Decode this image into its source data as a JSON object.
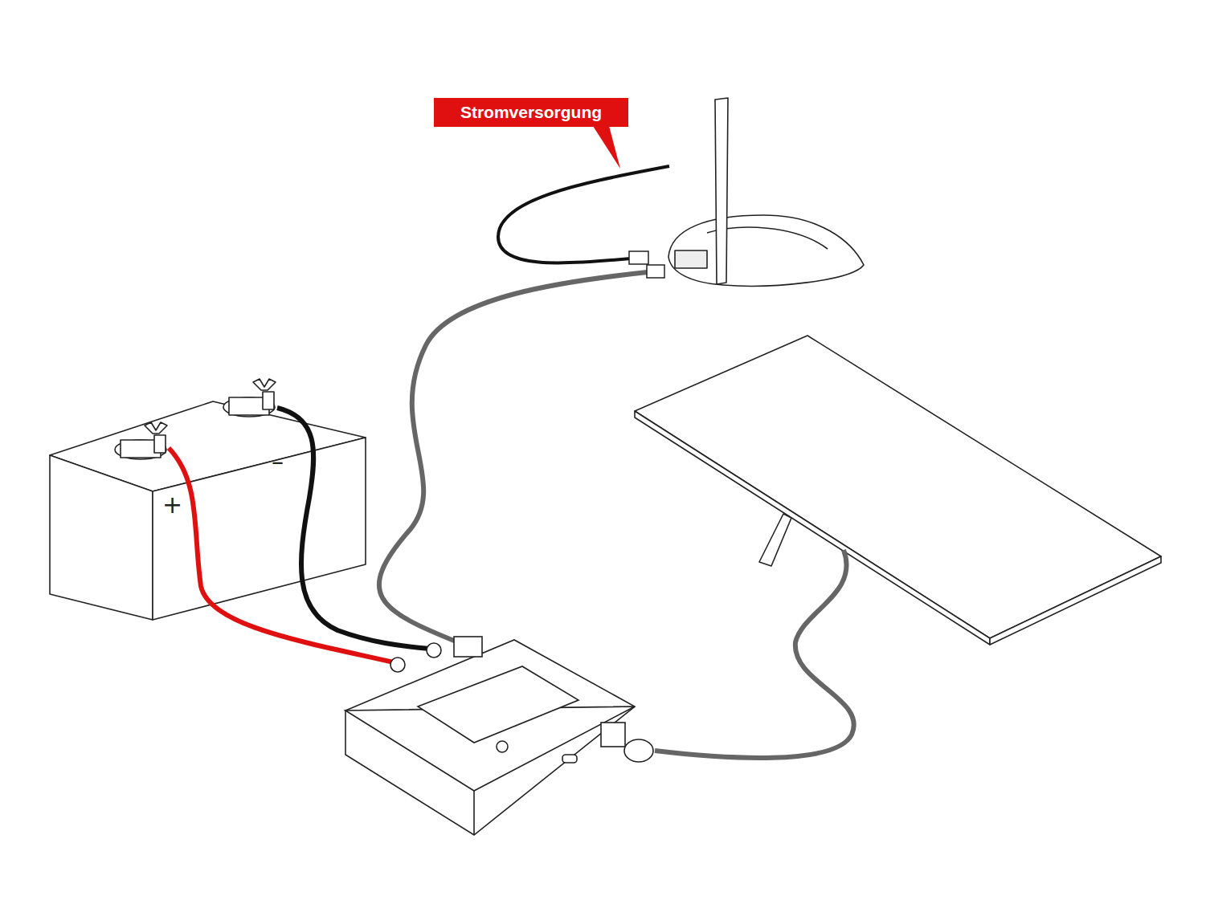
{
  "diagram": {
    "nodes": [
      {
        "text": [
          "Stromversorgung"
        ]
      }
    ],
    "labels": [
      "–",
      "+"
    ]
  }
}
